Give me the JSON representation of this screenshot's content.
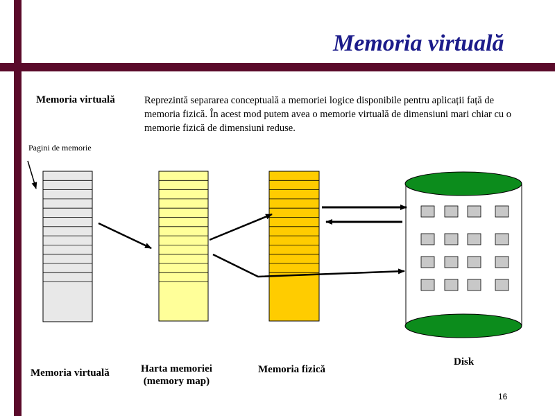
{
  "title": "Memoria virtuală",
  "definition": {
    "term": "Memoria virtuală",
    "text": "Reprezintă separarea conceptuală a memoriei logice disponibile pentru aplicații față de memoria fizică. În acest mod putem avea o memorie virtuală de dimensiuni mari chiar cu o memorie fizică de dimensiuni reduse."
  },
  "diagram": {
    "pages_label": "Pagini de memorie",
    "captions": {
      "virtual_memory": "Memoria virtuală",
      "memory_map_line1": "Harta memoriei",
      "memory_map_line2": "(memory map)",
      "physical_memory": "Memoria fizică",
      "disk": "Disk"
    },
    "colors": {
      "virtual": "#e8e8e8",
      "map": "#ffff99",
      "physical": "#ffcc00",
      "disk_top": "#0c8c1c",
      "disk_cell": "#c8c8c8",
      "accent_bar": "#5a0a2a",
      "title": "#1b1b8a"
    }
  },
  "page_number": "16"
}
